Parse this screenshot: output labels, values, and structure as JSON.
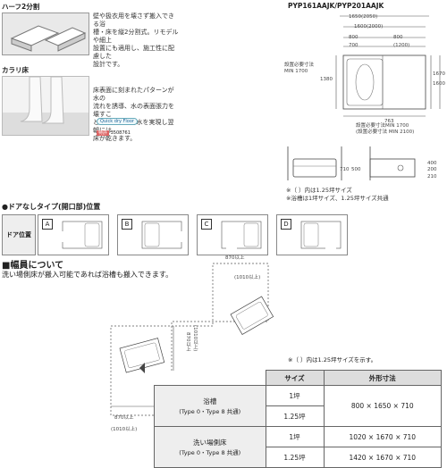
{
  "half_split": {
    "title": "ハーフ2分割",
    "desc": [
      "壁や扱衣用を壊さず搬入できる浴",
      "槽・床を縦2分割式。リモデルや細上",
      "設置にも適用し、施工性に配慮した",
      "設計です。"
    ]
  },
  "karari": {
    "title": "カラリ床",
    "desc": [
      "床表面に刻まれたパターンが水の",
      "流れを誘導、水の表面張力を壊すこ",
      "とで、確実な排水を実現し翌朝には",
      "床が乾きます。"
    ],
    "patent_label": "特許",
    "patent_number": "3508761",
    "badge": "Quick dry Floor"
  },
  "model": {
    "name": "PYP161AAJK/PYP201AAJK",
    "dims": [
      "1650(2050)",
      "1600(2000)",
      "800",
      "800",
      "700",
      "(1200)",
      "1380",
      "1670",
      "1600",
      "763"
    ],
    "note_min1700": [
      "設置必要寸法",
      "MIN 1700"
    ],
    "note_bottom": [
      "設置必要寸法MIN 1700",
      "(設置必要寸法 MIN 2100)"
    ],
    "side_dims": [
      "710",
      "500",
      "200",
      "400",
      "210"
    ],
    "footnotes": [
      "※（ ）内は1.25坪サイズ",
      "※浴槽は1坪サイズ、1.25坪サイズ共通"
    ]
  },
  "door": {
    "heading": "●ドアなしタイプ(開口部)位置",
    "row_label": "ドア位置",
    "options": [
      "A",
      "B",
      "C",
      "D"
    ]
  },
  "width": {
    "heading": "■幅員について",
    "subtitle": "洗い場側床が搬入可能であれば浴槽も搬入できます。",
    "dims_top": [
      "870以上",
      "(1010以上)"
    ],
    "dims_side": [
      "870以上",
      "(1010以上)"
    ],
    "dims_bottom": [
      "870以上",
      "(1010以上)"
    ],
    "note": "※（ ）内は1.25坪サイズを示す。"
  },
  "table": {
    "headers": [
      "サイズ",
      "外形寸法"
    ],
    "groups": [
      {
        "name": "浴槽",
        "sub": "(Type 0・Type 8 共通)",
        "rows": [
          {
            "size": "1坪",
            "dims": "800 × 1650 × 710"
          },
          {
            "size": "1.25坪",
            "dims": ""
          }
        ]
      },
      {
        "name": "洗い場側床",
        "sub": "(Type 0・Type 8 共通)",
        "rows": [
          {
            "size": "1坪",
            "dims": "1020 × 1670 × 710"
          },
          {
            "size": "1.25坪",
            "dims": "1420 × 1670 × 710"
          }
        ]
      }
    ]
  }
}
